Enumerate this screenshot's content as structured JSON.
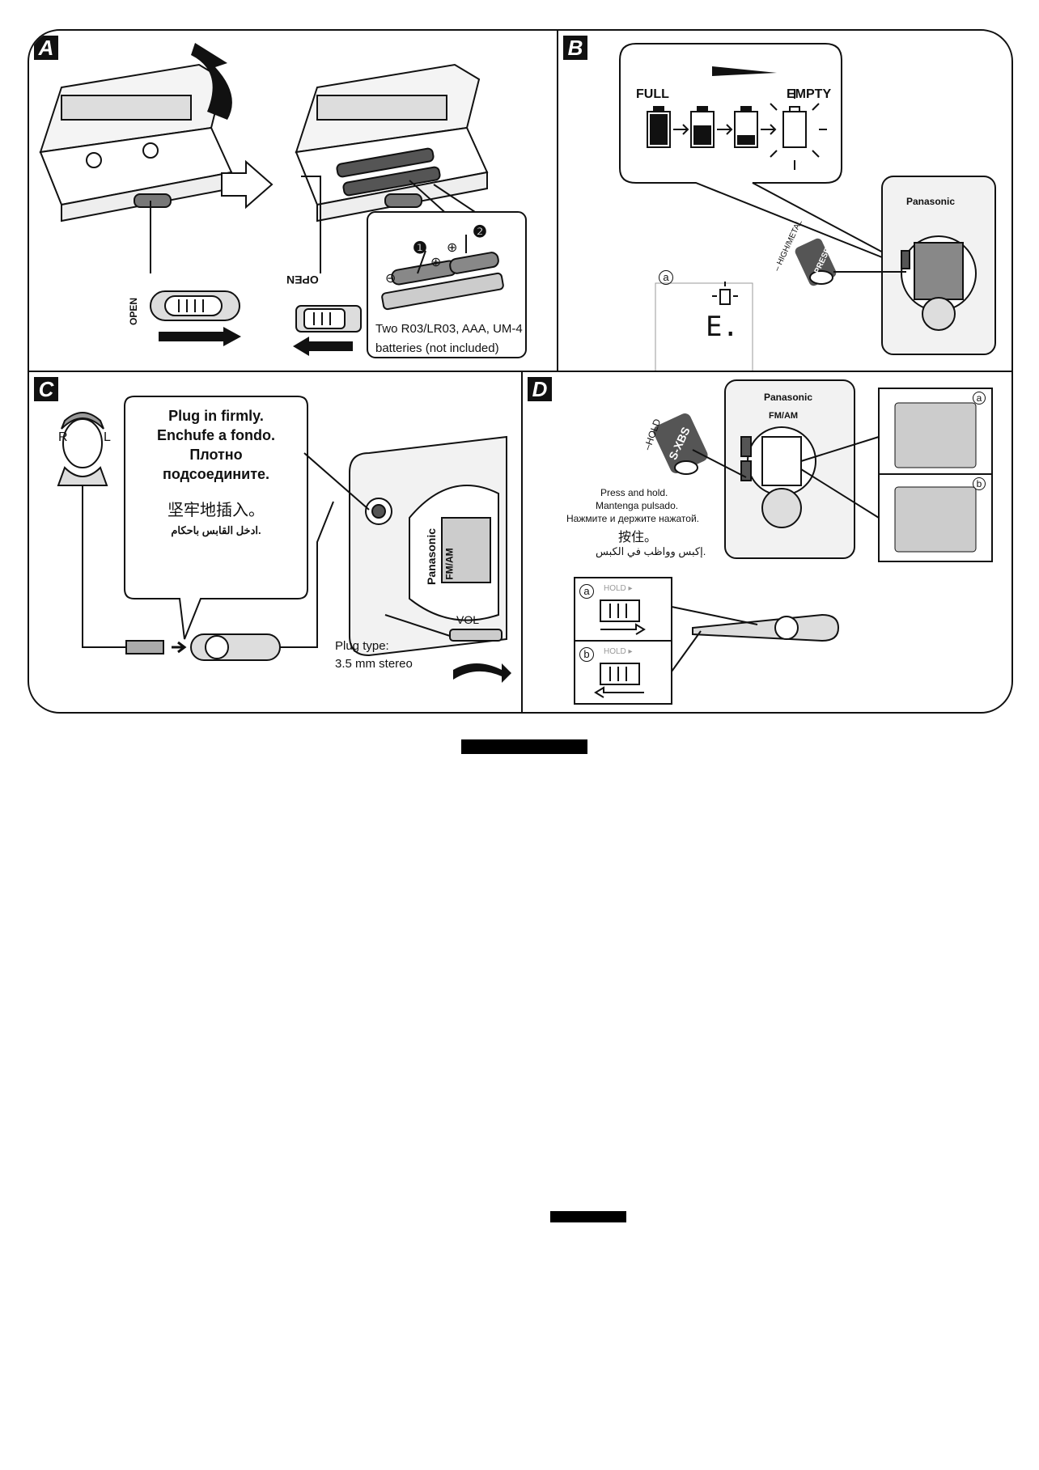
{
  "panels": {
    "a": {
      "badge": "A",
      "open_left": "OPEN",
      "open_right": "OPEN",
      "callout_line1": "Two R03/LR03, AAA, UM-4",
      "callout_line2": "batteries (not included)",
      "step1": "❶",
      "step2": "❷",
      "plus1": "⊕",
      "plus2": "⊕",
      "minus": "⊖"
    },
    "b": {
      "badge": "B",
      "full": "FULL",
      "empty": "EMPTY",
      "brand": "Panasonic",
      "preset": "PRESET",
      "high_metal": "– HIGH/METAL",
      "marker_a": "a",
      "lcd_char": "E."
    },
    "c": {
      "badge": "C",
      "r": "R",
      "l": "L",
      "lines": [
        "Plug in firmly.",
        "Enchufe a fondo.",
        "Плотно",
        "подсоедините."
      ],
      "chinese": "坚牢地插入。",
      "arabic": "ادخل القابس باحكام.",
      "brand": "Panasonic",
      "fm_am": "FM/AM",
      "vol": "VOL",
      "plug_type": "Plug type:",
      "plug_spec": "3.5 mm stereo"
    },
    "d": {
      "badge": "D",
      "hold": "–HOLD",
      "sxbs": "S-XBS",
      "press1": "Press and hold.",
      "press2": "Mantenga pulsado.",
      "press3": "Нажмите и держите нажатой.",
      "press4": "按住。",
      "press5": "إكبس وواظب في الكبس.",
      "brand": "Panasonic",
      "fm_am": "FM/AM",
      "marker_a": "a",
      "marker_b": "b",
      "hold_a": "HOLD ▸",
      "hold_b": "HOLD ▸"
    }
  }
}
